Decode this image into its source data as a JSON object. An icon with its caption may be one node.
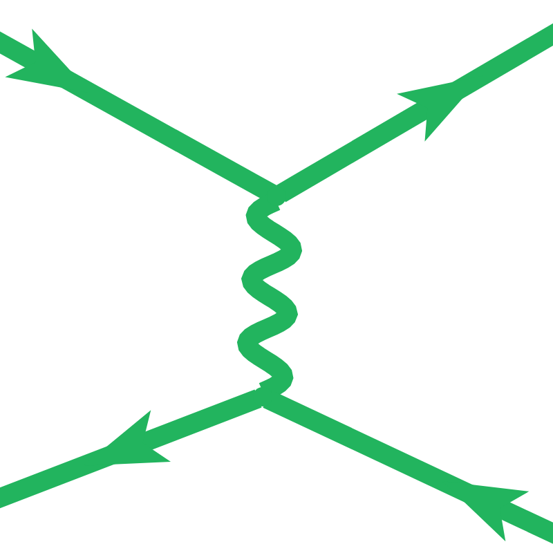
{
  "diagram": {
    "nodes": [
      {
        "text": [],
        "shape": "dot"
      },
      {
        "text": [],
        "shape": "dot"
      }
    ],
    "edges": [
      {
        "from": null,
        "to": 0,
        "arrow": "to"
      },
      {
        "from": 0,
        "to": null,
        "arrow": "to"
      },
      {
        "from": 0,
        "to": 1,
        "arrow": "none"
      },
      {
        "from": 1,
        "to": null,
        "arrow": "to"
      },
      {
        "from": null,
        "to": 1,
        "arrow": "to"
      }
    ]
  }
}
